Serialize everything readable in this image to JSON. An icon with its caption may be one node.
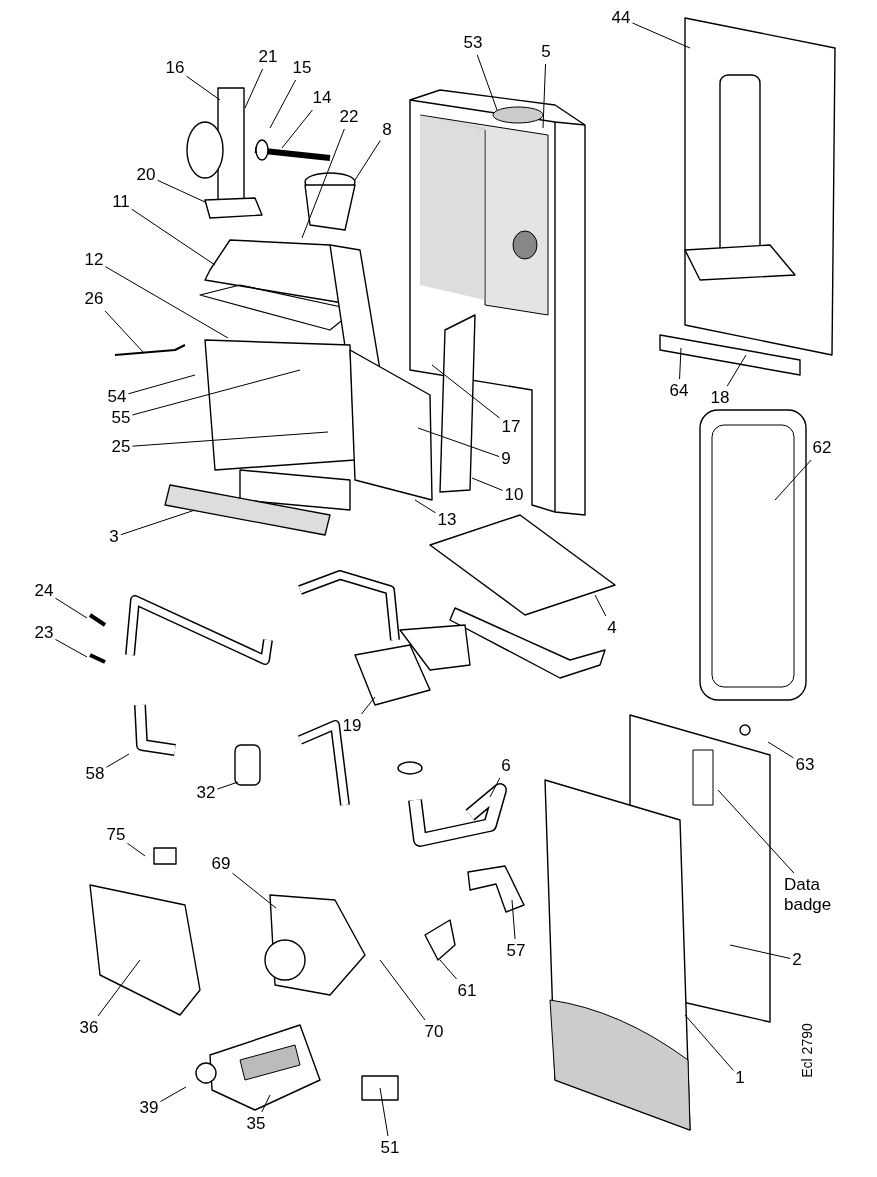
{
  "diagram": {
    "nodes": [
      {
        "text": [
          "16"
        ]
      },
      {
        "text": [
          "21"
        ]
      },
      {
        "text": [
          "15"
        ]
      },
      {
        "text": [
          "14"
        ]
      },
      {
        "text": [
          "22"
        ]
      },
      {
        "text": [
          "8"
        ]
      },
      {
        "text": [
          "20"
        ]
      },
      {
        "text": [
          "11"
        ]
      },
      {
        "text": [
          "12"
        ]
      },
      {
        "text": [
          "26"
        ]
      },
      {
        "text": [
          "54"
        ]
      },
      {
        "text": [
          "55"
        ]
      },
      {
        "text": [
          "25"
        ]
      },
      {
        "text": [
          "3"
        ]
      },
      {
        "text": [
          "53"
        ]
      },
      {
        "text": [
          "5"
        ]
      },
      {
        "text": [
          "44"
        ]
      },
      {
        "text": [
          "17"
        ]
      },
      {
        "text": [
          "9"
        ]
      },
      {
        "text": [
          "10"
        ]
      },
      {
        "text": [
          "13"
        ]
      },
      {
        "text": [
          "64"
        ]
      },
      {
        "text": [
          "18"
        ]
      },
      {
        "text": [
          "62"
        ]
      },
      {
        "text": [
          "4"
        ]
      },
      {
        "text": [
          "24"
        ]
      },
      {
        "text": [
          "23"
        ]
      },
      {
        "text": [
          "19"
        ]
      },
      {
        "text": [
          "58"
        ]
      },
      {
        "text": [
          "32"
        ]
      },
      {
        "text": [
          "6"
        ]
      },
      {
        "text": [
          "63"
        ]
      },
      {
        "text": [
          "75"
        ]
      },
      {
        "text": [
          "69"
        ]
      },
      {
        "text": [
          "57"
        ]
      },
      {
        "text": [
          "61"
        ]
      },
      {
        "text": [
          "70"
        ]
      },
      {
        "text": [
          "36"
        ]
      },
      {
        "text": [
          "Data badge"
        ]
      },
      {
        "text": [
          "2"
        ]
      },
      {
        "text": [
          "39"
        ]
      },
      {
        "text": [
          "35"
        ]
      },
      {
        "text": [
          "1"
        ]
      },
      {
        "text": [
          "51"
        ]
      }
    ],
    "edges": [
      {
        "from": 0,
        "to": null,
        "arrow": "none"
      },
      {
        "from": 1,
        "to": null,
        "arrow": "none"
      },
      {
        "from": 2,
        "to": null,
        "arrow": "none"
      },
      {
        "from": 3,
        "to": null,
        "arrow": "none"
      },
      {
        "from": 4,
        "to": null,
        "arrow": "none"
      },
      {
        "from": 5,
        "to": null,
        "arrow": "none"
      },
      {
        "from": 6,
        "to": null,
        "arrow": "none"
      },
      {
        "from": 7,
        "to": null,
        "arrow": "none"
      },
      {
        "from": 8,
        "to": null,
        "arrow": "none"
      },
      {
        "from": 9,
        "to": null,
        "arrow": "none"
      },
      {
        "from": 10,
        "to": null,
        "arrow": "none"
      },
      {
        "from": 11,
        "to": null,
        "arrow": "none"
      },
      {
        "from": 12,
        "to": null,
        "arrow": "none"
      },
      {
        "from": 13,
        "to": null,
        "arrow": "none"
      },
      {
        "from": 14,
        "to": null,
        "arrow": "none"
      },
      {
        "from": 15,
        "to": null,
        "arrow": "none"
      },
      {
        "from": 16,
        "to": null,
        "arrow": "none"
      },
      {
        "from": 17,
        "to": null,
        "arrow": "none"
      },
      {
        "from": 18,
        "to": null,
        "arrow": "none"
      },
      {
        "from": 19,
        "to": null,
        "arrow": "none"
      },
      {
        "from": 20,
        "to": null,
        "arrow": "none"
      },
      {
        "from": 21,
        "to": null,
        "arrow": "none"
      },
      {
        "from": 22,
        "to": null,
        "arrow": "none"
      },
      {
        "from": 23,
        "to": null,
        "arrow": "none"
      },
      {
        "from": 24,
        "to": null,
        "arrow": "none"
      },
      {
        "from": 25,
        "to": null,
        "arrow": "none"
      },
      {
        "from": 26,
        "to": null,
        "arrow": "none"
      },
      {
        "from": 27,
        "to": null,
        "arrow": "none"
      },
      {
        "from": 28,
        "to": null,
        "arrow": "none"
      },
      {
        "from": 29,
        "to": null,
        "arrow": "none"
      },
      {
        "from": 30,
        "to": null,
        "arrow": "none"
      },
      {
        "from": 31,
        "to": null,
        "arrow": "none"
      },
      {
        "from": 32,
        "to": null,
        "arrow": "none"
      },
      {
        "from": 33,
        "to": null,
        "arrow": "none"
      },
      {
        "from": 34,
        "to": null,
        "arrow": "none"
      },
      {
        "from": 35,
        "to": null,
        "arrow": "none"
      },
      {
        "from": 36,
        "to": null,
        "arrow": "none"
      },
      {
        "from": 37,
        "to": null,
        "arrow": "none"
      },
      {
        "from": 38,
        "to": null,
        "arrow": "none"
      },
      {
        "from": 39,
        "to": null,
        "arrow": "none"
      },
      {
        "from": 40,
        "to": null,
        "arrow": "none"
      },
      {
        "from": 41,
        "to": null,
        "arrow": "none"
      },
      {
        "from": 42,
        "to": null,
        "arrow": "none"
      },
      {
        "from": 43,
        "to": null,
        "arrow": "none"
      }
    ],
    "labels": [
      "Ecl 2790"
    ]
  }
}
